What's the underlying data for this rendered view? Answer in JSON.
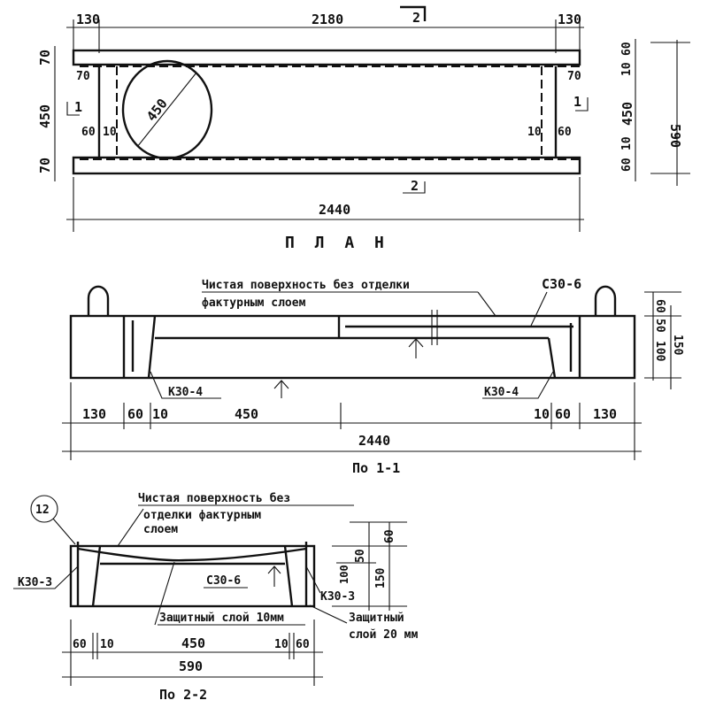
{
  "plan": {
    "title": "П Л А Н",
    "top_dims": [
      "130",
      "2180",
      "130"
    ],
    "left_dims": [
      "70",
      "450",
      "70"
    ],
    "inner_left_dims": [
      "70",
      "60",
      "10"
    ],
    "inner_right_dims": [
      "70",
      "10",
      "60"
    ],
    "right_dims": [
      "60",
      "10",
      "450",
      "10",
      "60"
    ],
    "overall_height": "590",
    "overall_length": "2440",
    "hole_diameter": "450",
    "section_marks": {
      "top": "2",
      "bottom": "2",
      "left": "1",
      "right": "1"
    }
  },
  "section_1_1": {
    "title": "По 1-1",
    "note_line1": "Чистая поверхность без отделки",
    "note_line2": "фактурным слоем",
    "rebar_mesh": "С30-6",
    "frame_left": "К30-4",
    "frame_right": "К30-4",
    "bottom_dims": [
      "130",
      "60",
      "10",
      "450",
      "10",
      "60",
      "130"
    ],
    "overall_length": "2440",
    "right_dims": [
      "60",
      "50",
      "100",
      "150"
    ]
  },
  "section_2_2": {
    "title": "По 2-2",
    "callout": "12",
    "note_line1": "Чистая поверхность без",
    "note_line2": "отделки фактурным",
    "note_line3": "слоем",
    "frame_left": "К30-3",
    "frame_right": "К30-3",
    "rebar_mesh": "С30-6",
    "cover_10": "Защитный слой 10мм",
    "cover_20_line1": "Защитный",
    "cover_20_line2": "слой 20 мм",
    "bottom_dims": [
      "60",
      "10",
      "450",
      "10",
      "60"
    ],
    "overall_width": "590",
    "right_dims": [
      "60",
      "50",
      "100",
      "150"
    ]
  }
}
